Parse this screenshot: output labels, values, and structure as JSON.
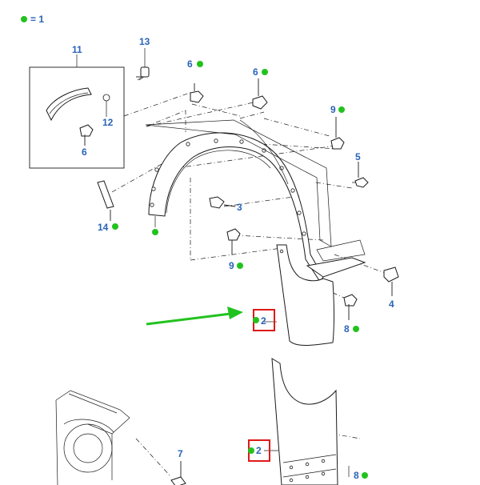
{
  "legend": {
    "label": "= 1",
    "dot_color": "#22c21e"
  },
  "colors": {
    "callout": "#2a63b8",
    "highlight": "#e01919",
    "arrow": "#22c21e",
    "dot": "#22c21e"
  },
  "callouts": {
    "c11": "11",
    "c13": "13",
    "c12": "12",
    "c6a": "6",
    "c6b": "6",
    "c6c": "6",
    "c9a": "9",
    "c5": "5",
    "c3": "3",
    "c14": "14",
    "c9b": "9",
    "c4": "4",
    "c2a": "2",
    "c8a": "8",
    "c2b": "2",
    "c7": "7",
    "c8b": "8"
  }
}
